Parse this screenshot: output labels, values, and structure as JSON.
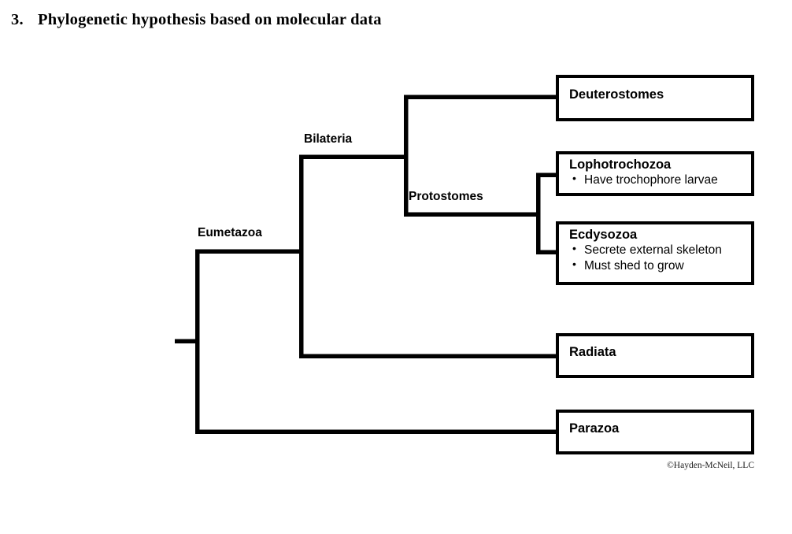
{
  "title": {
    "number": "3.",
    "text": "Phylogenetic hypothesis based on molecular data"
  },
  "diagram": {
    "type": "cladogram",
    "colors": {
      "line": "#000000",
      "box_border": "#000000",
      "box_fill": "#ffffff",
      "text": "#000000",
      "background": "#ffffff"
    },
    "internal_nodes": [
      {
        "id": "eumetazoa",
        "label": "Eumetazoa"
      },
      {
        "id": "bilateria",
        "label": "Bilateria"
      },
      {
        "id": "protostomes",
        "label": "Protostomes"
      }
    ],
    "taxa": [
      {
        "id": "deuterostomes",
        "name": "Deuterostomes",
        "traits": []
      },
      {
        "id": "lophotrochozoa",
        "name": "Lophotrochozoa",
        "traits": [
          "Have trochophore larvae"
        ]
      },
      {
        "id": "ecdysozoa",
        "name": "Ecdysozoa",
        "traits": [
          "Secrete external skeleton",
          "Must shed to grow"
        ]
      },
      {
        "id": "radiata",
        "name": "Radiata",
        "traits": []
      },
      {
        "id": "parazoa",
        "name": "Parazoa",
        "traits": []
      }
    ],
    "topology": "root -> (Parazoa, Eumetazoa); Eumetazoa -> (Radiata, Bilateria); Bilateria -> (Deuterostomes, Protostomes); Protostomes -> (Lophotrochozoa, Ecdysozoa)"
  },
  "copyright": "©Hayden-McNeil, LLC"
}
